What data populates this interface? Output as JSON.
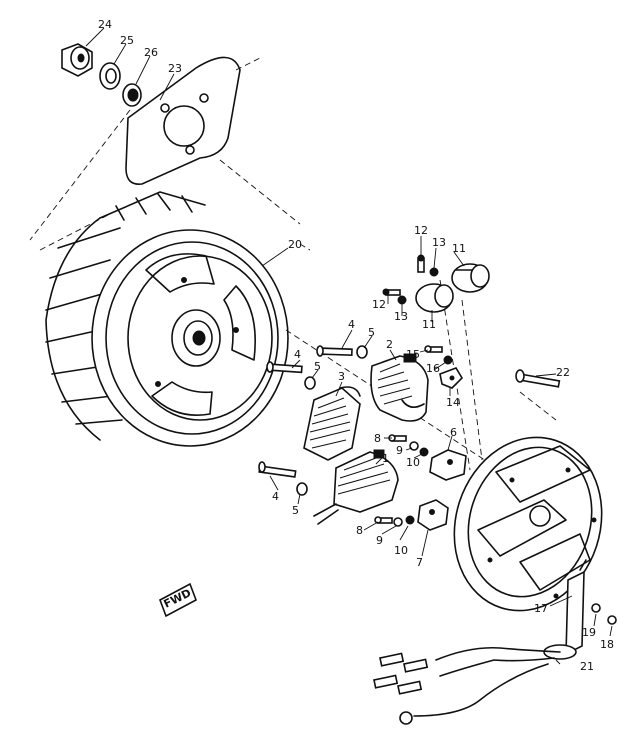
{
  "callouts": [
    {
      "id": "c24",
      "text": "24"
    },
    {
      "id": "c25",
      "text": "25"
    },
    {
      "id": "c26",
      "text": "26"
    },
    {
      "id": "c23",
      "text": "23"
    },
    {
      "id": "c20",
      "text": "20"
    },
    {
      "id": "c12a",
      "text": "12"
    },
    {
      "id": "c13a",
      "text": "13"
    },
    {
      "id": "c11a",
      "text": "11"
    },
    {
      "id": "c12b",
      "text": "12"
    },
    {
      "id": "c13b",
      "text": "13"
    },
    {
      "id": "c11b",
      "text": "11"
    },
    {
      "id": "c4a",
      "text": "4"
    },
    {
      "id": "c5a",
      "text": "5"
    },
    {
      "id": "c2",
      "text": "2"
    },
    {
      "id": "c4b",
      "text": "4"
    },
    {
      "id": "c5b",
      "text": "5"
    },
    {
      "id": "c15",
      "text": "15"
    },
    {
      "id": "c16",
      "text": "16"
    },
    {
      "id": "c14",
      "text": "14"
    },
    {
      "id": "c3",
      "text": "3"
    },
    {
      "id": "c22",
      "text": "22"
    },
    {
      "id": "c8a",
      "text": "8"
    },
    {
      "id": "c9a",
      "text": "9"
    },
    {
      "id": "c6",
      "text": "6"
    },
    {
      "id": "c10a",
      "text": "10"
    },
    {
      "id": "c1",
      "text": "1"
    },
    {
      "id": "c4c",
      "text": "4"
    },
    {
      "id": "c5c",
      "text": "5"
    },
    {
      "id": "c8b",
      "text": "8"
    },
    {
      "id": "c9b",
      "text": "9"
    },
    {
      "id": "c10b",
      "text": "10"
    },
    {
      "id": "c7",
      "text": "7"
    },
    {
      "id": "c17",
      "text": "17"
    },
    {
      "id": "c19",
      "text": "19"
    },
    {
      "id": "c18",
      "text": "18"
    },
    {
      "id": "c21",
      "text": "21"
    }
  ],
  "forward_marker": "FWD"
}
